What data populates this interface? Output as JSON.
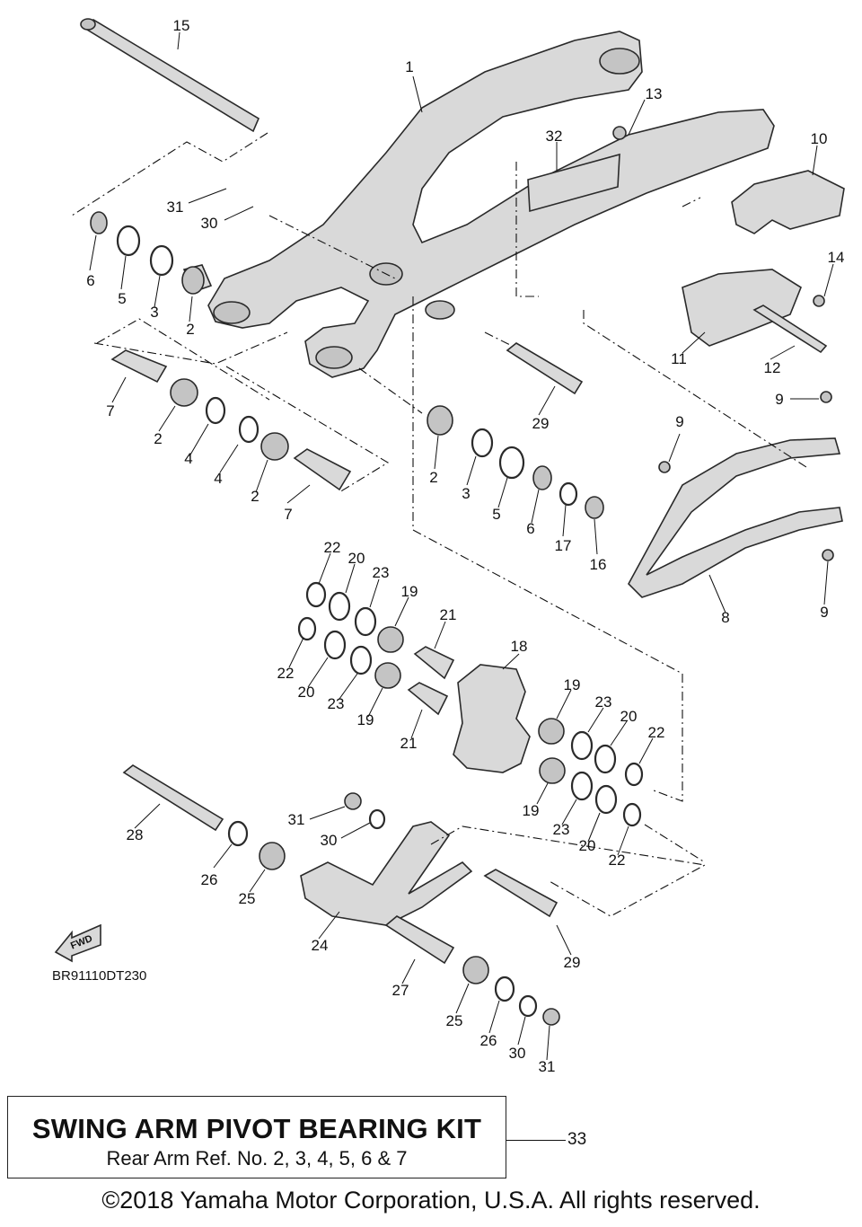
{
  "diagram": {
    "drawing_code": "BR91110DT230",
    "fwd_label": "FWD",
    "callouts": [
      "1",
      "2",
      "3",
      "4",
      "5",
      "6",
      "7",
      "8",
      "9",
      "10",
      "11",
      "12",
      "13",
      "14",
      "15",
      "16",
      "17",
      "18",
      "19",
      "20",
      "21",
      "22",
      "23",
      "24",
      "25",
      "26",
      "27",
      "28",
      "29",
      "30",
      "31",
      "32"
    ]
  },
  "kit": {
    "title": "SWING ARM PIVOT BEARING KIT",
    "subtitle": "Rear Arm Ref. No. 2, 3, 4, 5, 6 & 7",
    "ref_number": "33"
  },
  "footer": {
    "copyright": "©2018 Yamaha Motor Corporation, U.S.A. All rights reserved."
  }
}
